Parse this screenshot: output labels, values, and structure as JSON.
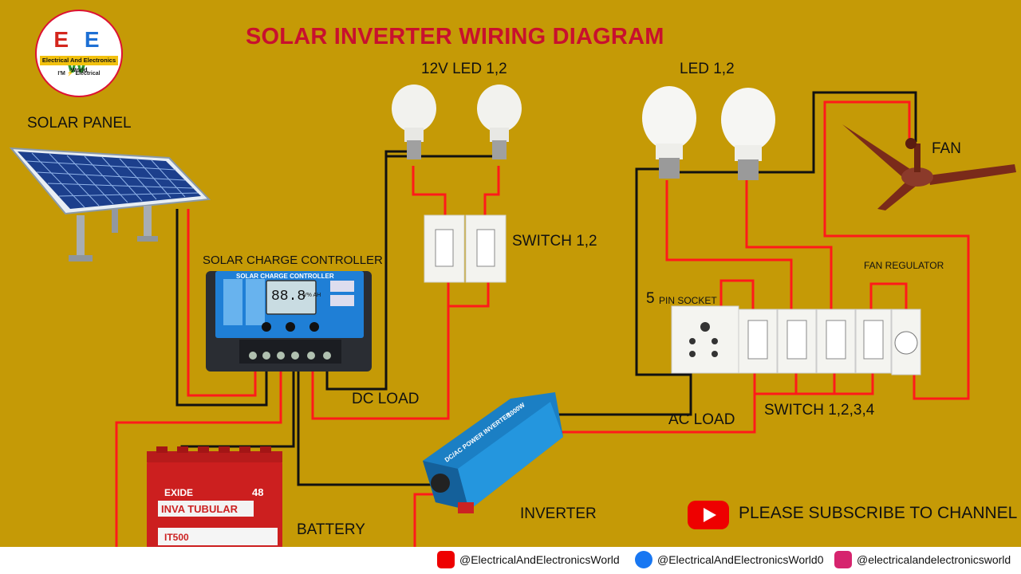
{
  "title": "SOLAR INVERTER WIRING DIAGRAM",
  "logo": {
    "letters": "EEW",
    "band_text": "Electrical And Electronics World",
    "sub_text": "I'M ⚡ Electrical"
  },
  "labels": {
    "solar_panel": "SOLAR PANEL",
    "charge_controller": "SOLAR CHARGE CONTROLLER",
    "dc_led": "12V LED 1,2",
    "dc_switch": "SWITCH 1,2",
    "dc_load": "DC LOAD",
    "ac_led": "LED 1,2",
    "fan": "FAN",
    "fan_regulator": "FAN REGULATOR",
    "socket_num": "5",
    "socket_text": "PIN SOCKET",
    "ac_switch": "SWITCH 1,2,3,4",
    "ac_load": "AC LOAD",
    "inverter": "INVERTER",
    "battery": "BATTERY",
    "subscribe": "PLEASE SUBSCRIBE TO CHANNEL"
  },
  "devices": {
    "controller_header": "SOLAR CHARGE CONTROLLER",
    "controller_display": "88.8",
    "controller_units": "V% AH",
    "inverter_brand": "DC/AC POWER INVERTER",
    "inverter_rating": "1000W",
    "battery_brand": "EXIDE",
    "battery_model": "INVA TUBULAR",
    "battery_capacity": "48",
    "battery_series": "IT500"
  },
  "social": {
    "youtube": "@ElectricalAndElectronicsWorld",
    "facebook": "@ElectricalAndElectronicsWorld0",
    "instagram": "@electricalandelectronicsworld"
  },
  "colors": {
    "background": "#c59a06",
    "title": "#c8102e",
    "wire_positive": "#ff1a1a",
    "wire_negative": "#111111"
  }
}
